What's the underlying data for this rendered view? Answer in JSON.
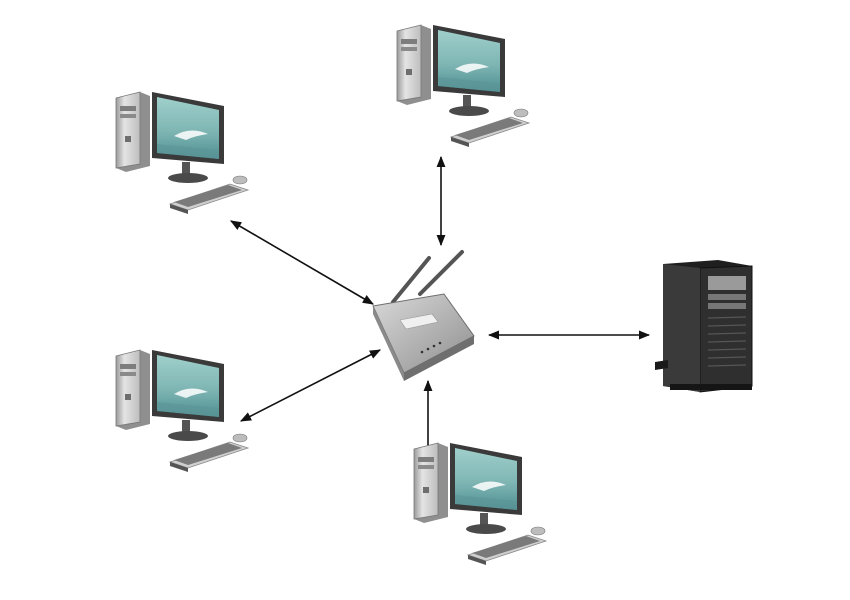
{
  "diagram": {
    "topology": "star",
    "hub": {
      "icon": "wireless-access-point-icon",
      "antennas": 2
    },
    "nodes": [
      {
        "id": "pc-top-left",
        "icon": "desktop-computer-icon"
      },
      {
        "id": "pc-top",
        "icon": "desktop-computer-icon"
      },
      {
        "id": "pc-bottom-left",
        "icon": "desktop-computer-icon"
      },
      {
        "id": "pc-bottom",
        "icon": "desktop-computer-icon"
      },
      {
        "id": "server",
        "icon": "tower-server-icon"
      }
    ],
    "links": [
      {
        "from": "hub",
        "to": "pc-top-left",
        "arrows": "both"
      },
      {
        "from": "hub",
        "to": "pc-top",
        "arrows": "both"
      },
      {
        "from": "hub",
        "to": "pc-bottom-left",
        "arrows": "both"
      },
      {
        "from": "hub",
        "to": "pc-bottom",
        "arrows": "both"
      },
      {
        "from": "hub",
        "to": "server",
        "arrows": "both"
      }
    ],
    "colors": {
      "background": "#ffffff",
      "line": "#111111",
      "screen": "#7fb6b4",
      "case": "#d6d6d6",
      "server": "#2c2c2c"
    }
  }
}
